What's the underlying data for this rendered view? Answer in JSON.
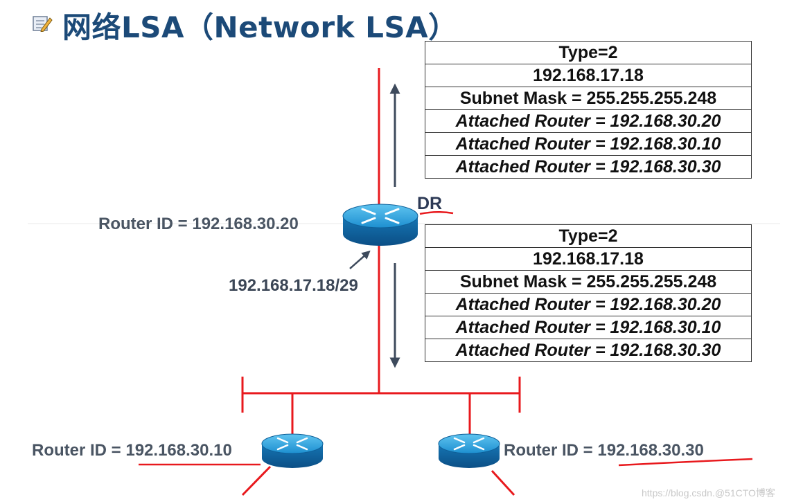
{
  "title": "网络LSA（Network LSA）",
  "lsa_top": {
    "rows": [
      {
        "text": "Type=2",
        "italic": false
      },
      {
        "text": "192.168.17.18",
        "italic": false
      },
      {
        "text": "Subnet Mask = 255.255.255.248",
        "italic": false
      },
      {
        "text": "Attached Router = 192.168.30.20",
        "italic": true
      },
      {
        "text": "Attached Router = 192.168.30.10",
        "italic": true
      },
      {
        "text": "Attached Router = 192.168.30.30",
        "italic": true
      }
    ]
  },
  "lsa_bottom": {
    "rows": [
      {
        "text": "Type=2",
        "italic": false
      },
      {
        "text": "192.168.17.18",
        "italic": false
      },
      {
        "text": "Subnet Mask = 255.255.255.248",
        "italic": false
      },
      {
        "text": "Attached Router = 192.168.30.20",
        "italic": true
      },
      {
        "text": "Attached Router = 192.168.30.10",
        "italic": true
      },
      {
        "text": "Attached Router = 192.168.30.30",
        "italic": true
      }
    ]
  },
  "dr_router": {
    "router_id": "Router ID = 192.168.30.20",
    "role": "DR",
    "interface_ip": "192.168.17.18/29"
  },
  "left_router": {
    "router_id": "Router ID = 192.168.30.10"
  },
  "right_router": {
    "router_id": "Router ID = 192.168.30.30"
  },
  "watermark": "https://blog.csdn.@51CTO博客",
  "colors": {
    "title": "#1c4a78",
    "link": "#e8191d",
    "arrow": "#3d4a5c",
    "router": "#1a8fc8"
  }
}
